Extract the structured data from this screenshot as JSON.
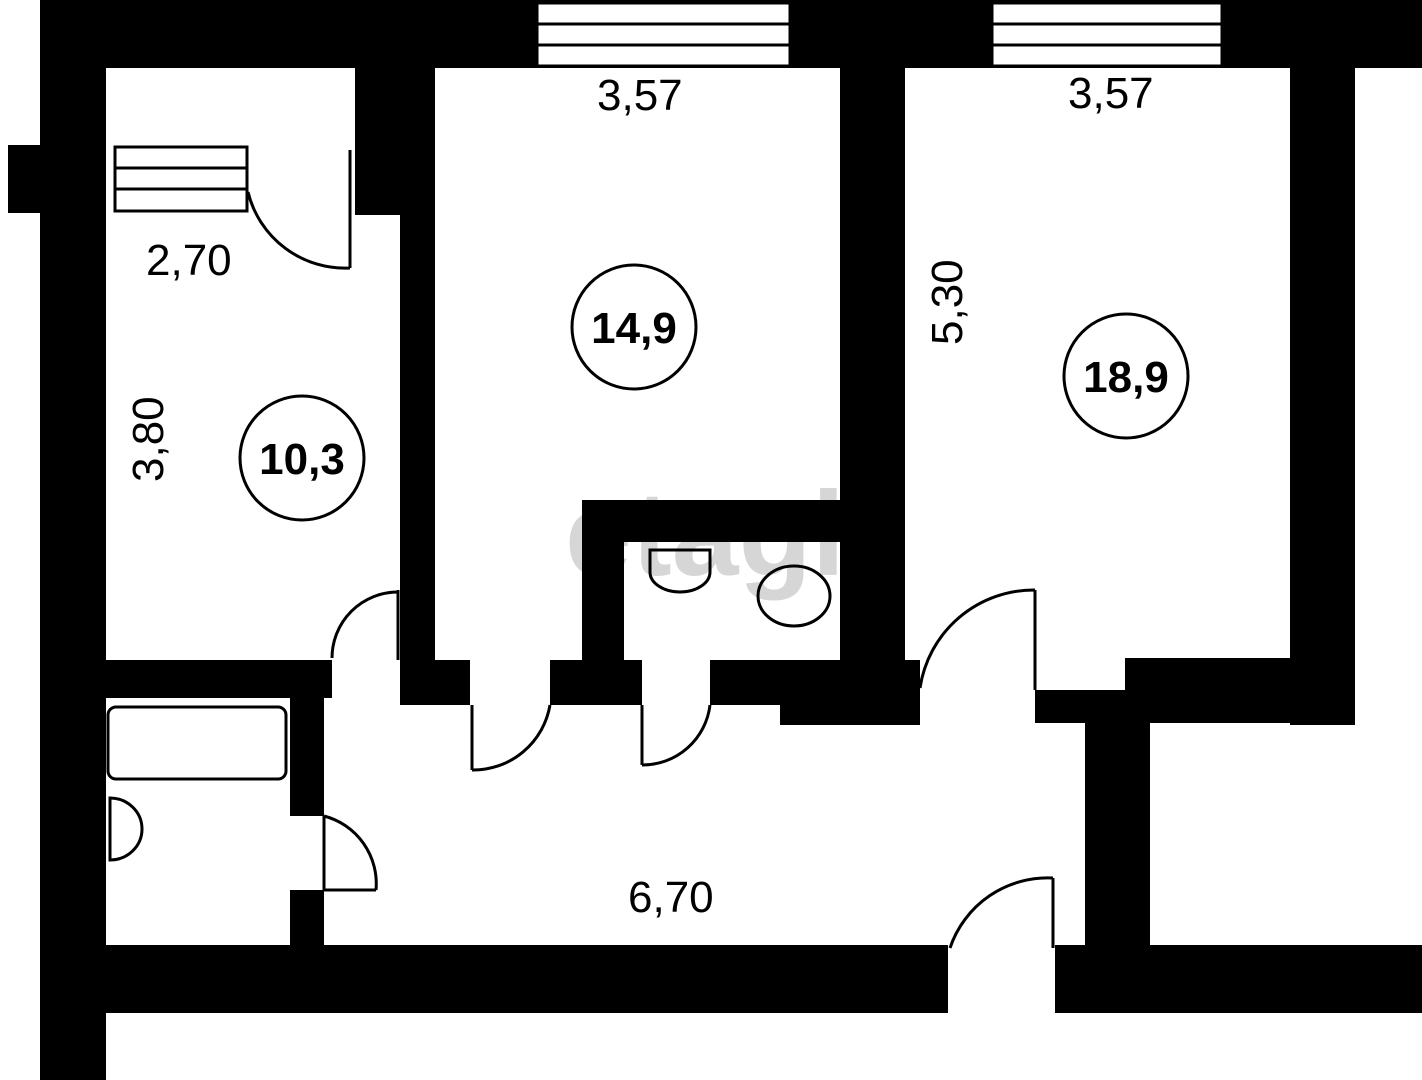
{
  "plan": {
    "rooms": [
      {
        "id": "room-left",
        "area": "10,3",
        "width_label": "2,70",
        "height_label": "3,80"
      },
      {
        "id": "room-middle",
        "area": "14,9",
        "width_label": "3,57"
      },
      {
        "id": "room-right",
        "area": "18,9",
        "width_label": "3,57",
        "height_label": "5,30"
      }
    ],
    "corridor": {
      "length_label": "6,70"
    },
    "watermark": "etagi",
    "colors": {
      "wall": "#000000",
      "background": "#ffffff",
      "watermark": "#d6d6d6"
    }
  }
}
